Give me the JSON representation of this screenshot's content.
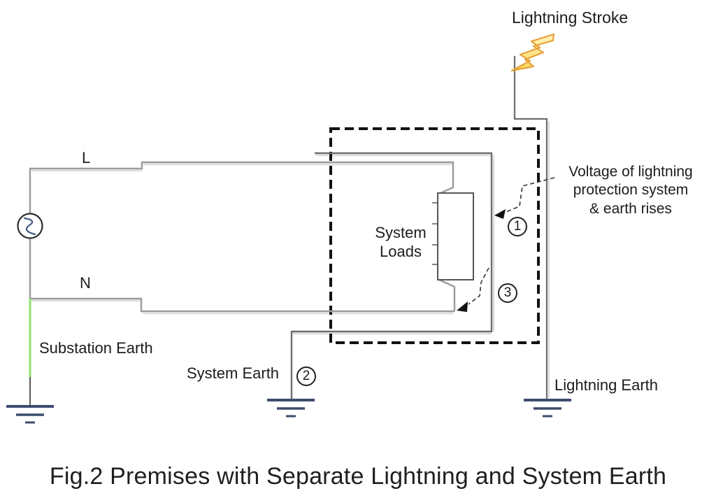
{
  "caption": "Fig.2 Premises with Separate Lightning and System Earth",
  "labels": {
    "live": "L",
    "neutral": "N",
    "substation_earth": "Substation Earth",
    "system_earth": "System Earth",
    "lightning_earth": "Lightning Earth",
    "lightning_stroke": "Lightning Stroke",
    "system_loads": "System Loads",
    "voltage_note_line1": "Voltage of lightning",
    "voltage_note_line2": "protection system",
    "voltage_note_line3": "& earth rises"
  },
  "markers": {
    "point1": "1",
    "point2": "2",
    "point3": "3"
  },
  "icons": {
    "lightning_bolt": "lightning-bolt-icon",
    "ac_source": "ac-source-icon",
    "ground_symbols": "earth-ground-icon"
  },
  "colors": {
    "wire_gray": "#9b9b9b",
    "installation_outline_gray": "#6e6e6e",
    "premises_box_black": "#111111",
    "earthing_conductor_green": "#8fe06c",
    "earth_bar_blue": "#3e4d6e",
    "bolt_fill_top": "#fff3bd",
    "bolt_fill_bottom": "#ffd957",
    "bolt_stroke_orange": "#e5a23c",
    "source_sine_blue": "#4a5c84",
    "text_color": "#1c1c1c"
  }
}
